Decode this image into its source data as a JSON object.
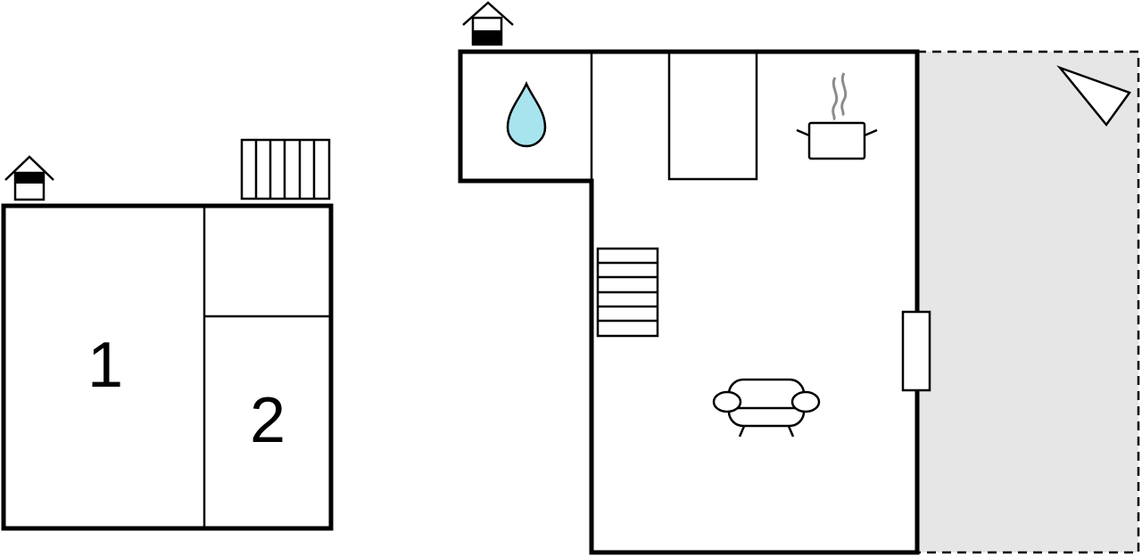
{
  "floor_left": {
    "rooms": [
      {
        "id": "room-1",
        "label": "1"
      },
      {
        "id": "room-2",
        "label": "2"
      }
    ],
    "icons": [
      "entrance-icon",
      "radiator-icon"
    ]
  },
  "floor_right": {
    "icons": [
      "entrance-icon",
      "water-drop-icon",
      "cooking-pot-icon",
      "stairs-icon",
      "sofa-icon",
      "door-icon",
      "view-direction-icon"
    ],
    "terrace": "terrace-area"
  },
  "colors": {
    "wall": "#000000",
    "background": "#ffffff",
    "terrace_fill": "#e6e6e6",
    "water": "#a8e4ee"
  }
}
